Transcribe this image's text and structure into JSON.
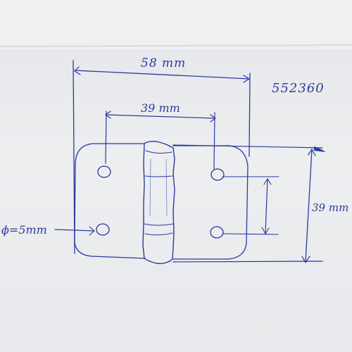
{
  "drawing": {
    "part_number": "552360",
    "overall_width": "58 mm",
    "hole_spacing_horizontal": "39 mm",
    "height": "39 mm",
    "hole_diameter": "ϕ=5mm"
  },
  "colors": {
    "paper": "#eceef0",
    "ink": "#2a3aa0"
  }
}
